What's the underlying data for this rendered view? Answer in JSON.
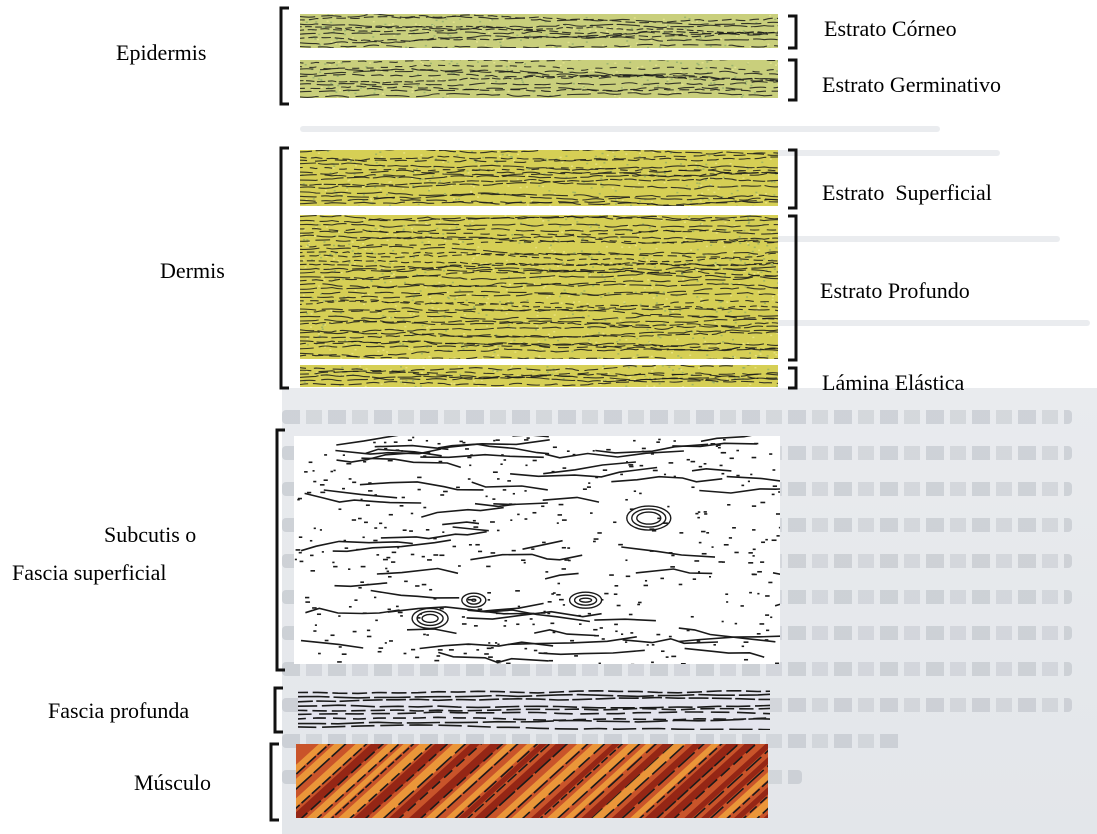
{
  "left_labels": {
    "epidermis": "Epidermis",
    "dermis": "Dermis",
    "subcutis_line1": "Subcutis o",
    "subcutis_line2": "Fascia superficial",
    "fascia_profunda": "Fascia profunda",
    "musculo": "Músculo"
  },
  "right_labels": {
    "estrato_corneo": "Estrato Córneo",
    "estrato_germinativo": "Estrato Germinativo",
    "estrato_superficial": "Estrato  Superficial",
    "estrato_profundo": "Estrato Profundo",
    "lamina_elastica": "Lámina Elástica"
  },
  "colors": {
    "epidermis_base": "#c9cf7c",
    "dermis_base": "#d6cf55",
    "subcutis_base": "#ffffff",
    "fascia_base": "#e4e4ee",
    "muscle_base": "#c9542a",
    "ink": "#1a1a1a"
  }
}
